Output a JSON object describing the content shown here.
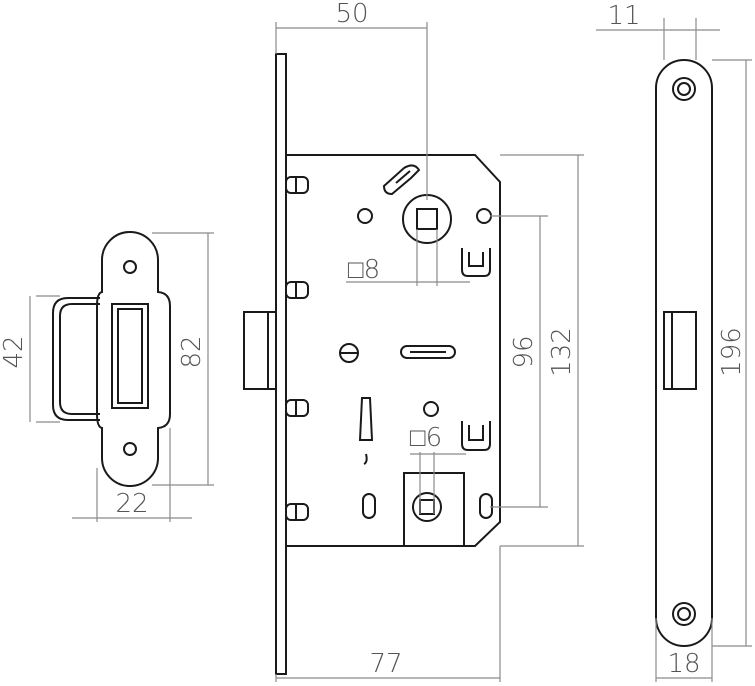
{
  "colors": {
    "outline": "#1a1a1a",
    "dimension": "#8a8a8a",
    "dimension_text": "#555555",
    "background": "#ffffff"
  },
  "dimensions": {
    "strike_height_outer": "82",
    "strike_height_inner": "42",
    "strike_width": "22",
    "backset": "50",
    "body_width": "77",
    "hub_spacing": "96",
    "body_height": "132",
    "square_8": "□8",
    "square_6": "□6",
    "faceplate_thickness": "11",
    "faceplate_height": "196",
    "faceplate_width": "18"
  }
}
